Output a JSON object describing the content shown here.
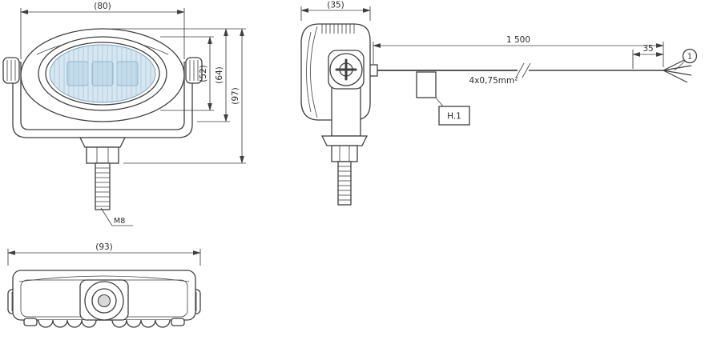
{
  "colors": {
    "line": "#3f3f3f",
    "lens_fill": "#d7e7f1",
    "led_fill": "#c3dbea",
    "hatch": "#a6c5d9"
  },
  "front_view": {
    "dim_width": "(80)",
    "dim_lens_height": "(52)",
    "dim_body_height": "(64)",
    "dim_overall_height": "(97)",
    "thread_label": "M8"
  },
  "side_view": {
    "dim_depth": "(35)"
  },
  "cable": {
    "dim_length": "1 500",
    "dim_end_length": "35",
    "wire_spec": "4x0,75mm²",
    "connector_label": "H.1",
    "callout_number": "1"
  },
  "bottom_view": {
    "dim_width": "(93)"
  }
}
